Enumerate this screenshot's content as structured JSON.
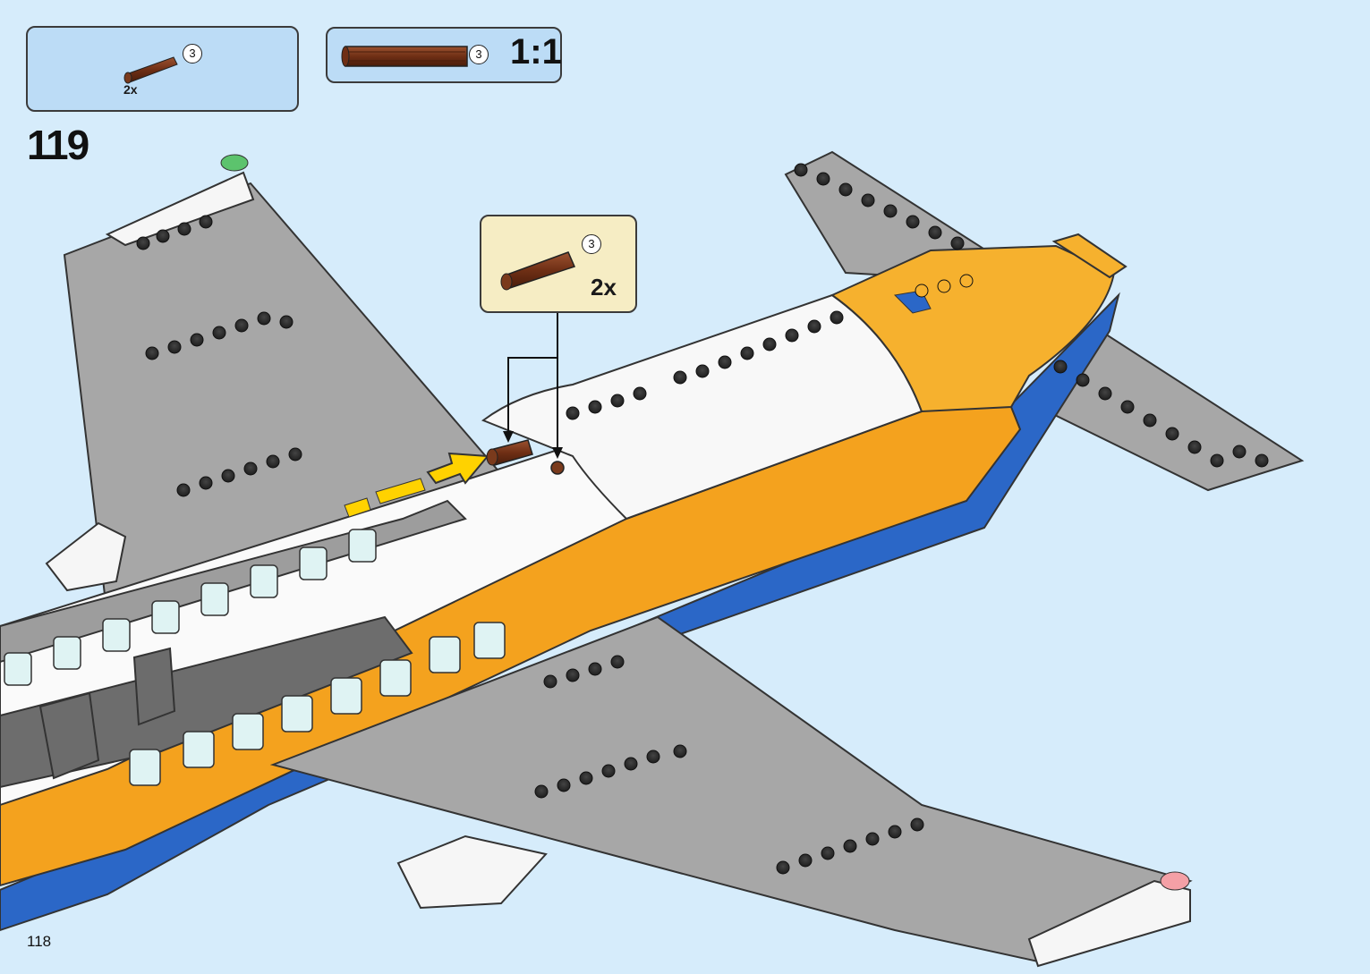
{
  "step": {
    "number": "119"
  },
  "page": {
    "number": "118"
  },
  "parts_list": {
    "items": [
      {
        "part_name": "bar-3l-reddish-brown",
        "length_mark": "3",
        "quantity": "2x"
      }
    ]
  },
  "scale_check": {
    "length_mark": "3",
    "scale": "1:1"
  },
  "callout": {
    "length_mark": "3",
    "quantity": "2x"
  },
  "colors": {
    "background": "#d6ecfb",
    "panel": "#bcdcf6",
    "callout_bg": "#f6edc4",
    "bar_brown": "#7a3a1c",
    "fuselage_orange": "#f6b12e",
    "fuselage_blue": "#2b67c7",
    "wing_gray": "#a3a3a3",
    "arrow_yellow": "#ffd200"
  }
}
